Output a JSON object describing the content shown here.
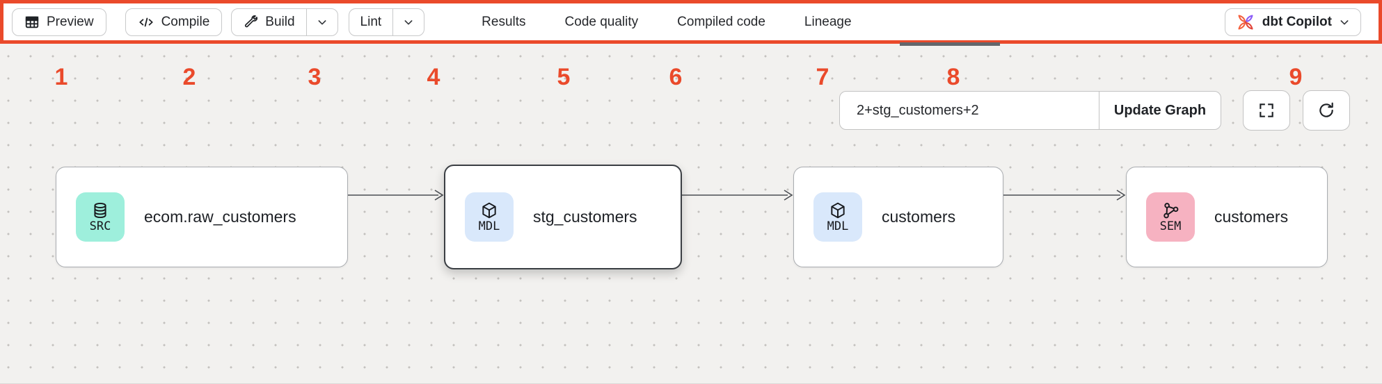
{
  "toolbar": {
    "preview_button": "Preview",
    "compile_button": "Compile",
    "build_button": "Build",
    "lint_button": "Lint",
    "tabs": [
      "Results",
      "Code quality",
      "Compiled code",
      "Lineage"
    ],
    "active_tab": "Lineage",
    "copilot_button": "dbt Copilot"
  },
  "annotations": {
    "highlight_color": "#EA4A2B",
    "numbers": [
      "1",
      "2",
      "3",
      "4",
      "5",
      "6",
      "7",
      "8",
      "9"
    ]
  },
  "lineage_panel": {
    "selector_input_value": "2+stg_customers+2",
    "update_button": "Update Graph",
    "control_icons": [
      "fullscreen-icon",
      "refresh-icon"
    ],
    "nodes": [
      {
        "type": "SRC",
        "icon": "database-icon",
        "label": "ecom.raw_customers",
        "badge_color": "#9EEFDC",
        "selected": false
      },
      {
        "type": "MDL",
        "icon": "cube-icon",
        "label": "stg_customers",
        "badge_color": "#D9E8FB",
        "selected": true
      },
      {
        "type": "MDL",
        "icon": "cube-icon",
        "label": "customers",
        "badge_color": "#D9E8FB",
        "selected": false
      },
      {
        "type": "SEM",
        "icon": "semantic-model-icon",
        "label": "customers",
        "badge_color": "#F6B2C1",
        "selected": false
      }
    ]
  }
}
